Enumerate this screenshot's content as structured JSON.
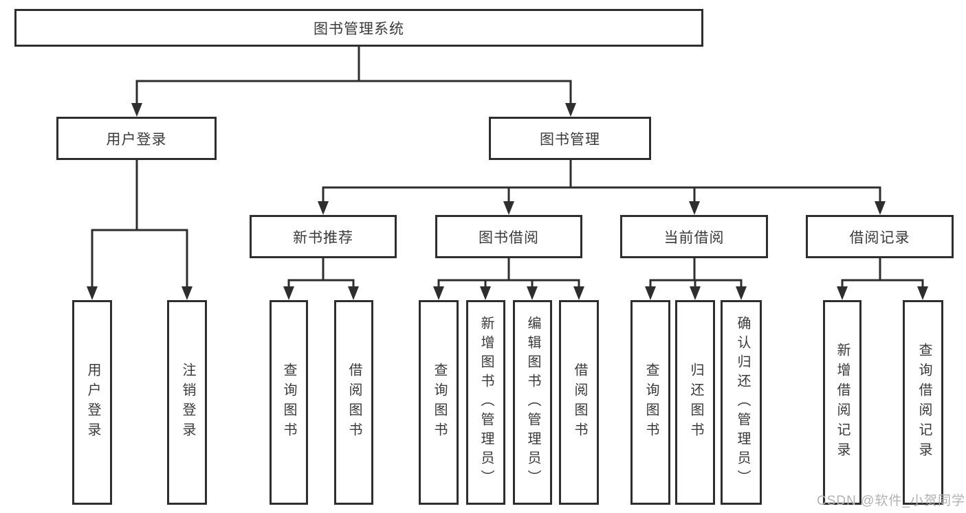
{
  "diagram_type": "hierarchy",
  "tree": {
    "label": "图书管理系统",
    "children": [
      {
        "label": "用户登录",
        "children": [
          {
            "label": "用户登录"
          },
          {
            "label": "注销登录"
          }
        ]
      },
      {
        "label": "图书管理",
        "children": [
          {
            "label": "新书推荐",
            "children": [
              {
                "label": "查询图书"
              },
              {
                "label": "借阅图书"
              }
            ]
          },
          {
            "label": "图书借阅",
            "children": [
              {
                "label": "查询图书"
              },
              {
                "label": "新增图书（管理员）"
              },
              {
                "label": "编辑图书（管理员）"
              },
              {
                "label": "借阅图书"
              }
            ]
          },
          {
            "label": "当前借阅",
            "children": [
              {
                "label": "查询图书"
              },
              {
                "label": "归还图书"
              },
              {
                "label": "确认归还（管理员）"
              }
            ]
          },
          {
            "label": "借阅记录",
            "children": [
              {
                "label": "新增借阅记录"
              },
              {
                "label": "查询借阅记录"
              }
            ]
          }
        ]
      }
    ]
  },
  "watermark": {
    "text": "CSDN @软件_小贺同学"
  },
  "colors": {
    "line": "#2e2e2e",
    "box_border": "#2e2e2e",
    "text": "#3a3a3a",
    "watermark": "#b2b2b2",
    "background": "#ffffff"
  }
}
